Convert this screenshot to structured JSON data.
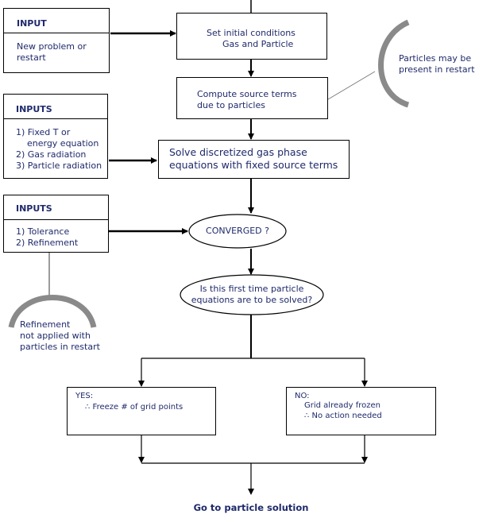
{
  "input_box": {
    "title": "INPUT",
    "lines": [
      "New problem or",
      "restart"
    ]
  },
  "inputs_box_1": {
    "title": "INPUTS",
    "lines": [
      "1) Fixed T or",
      "    energy equation",
      "2) Gas radiation",
      "3) Particle radiation"
    ]
  },
  "inputs_box_2": {
    "title": "INPUTS",
    "lines": [
      "1) Tolerance",
      "2) Refinement"
    ]
  },
  "step_initial": {
    "lines": [
      "Set initial conditions",
      "Gas and Particle"
    ]
  },
  "step_source": {
    "lines": [
      "Compute source terms",
      "due to particles"
    ]
  },
  "step_solve": {
    "lines": [
      "Solve discretized gas phase",
      "equations with fixed source terms"
    ]
  },
  "decision_converged": {
    "text": "CONVERGED ?"
  },
  "decision_first_time": {
    "lines": [
      "Is this first time particle",
      "equations are to be solved?"
    ]
  },
  "note_particles": {
    "lines": [
      "Particles may be",
      "present in restart"
    ]
  },
  "note_refinement": {
    "lines": [
      "Refinement",
      "not applied with",
      "particles in restart"
    ]
  },
  "yes_box": {
    "label": "YES:",
    "text": "∴ Freeze # of grid points"
  },
  "no_box": {
    "label": "NO:",
    "lines": [
      "Grid already frozen",
      "∴ No action needed"
    ]
  },
  "final_step": {
    "text": "Go to particle solution"
  }
}
